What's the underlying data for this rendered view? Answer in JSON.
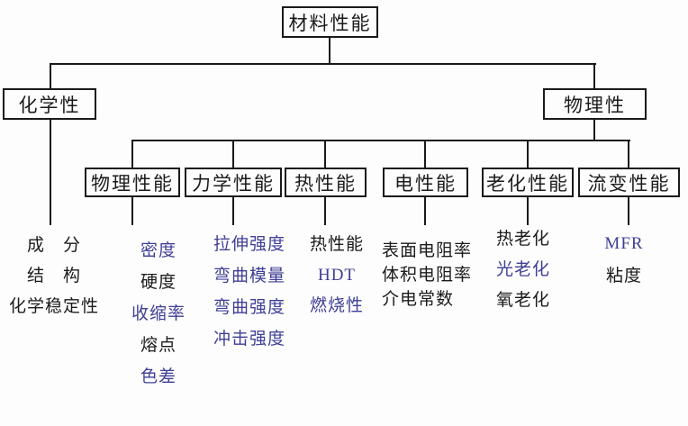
{
  "colors": {
    "text": "#1b1b1b",
    "highlight": "#3f3f96",
    "line": "#1a1a1a",
    "background": "#fdfdfd"
  },
  "root": {
    "label": "材料性能"
  },
  "branches": {
    "chemical": {
      "label": "化学性"
    },
    "physical": {
      "label": "物理性"
    }
  },
  "categories": [
    {
      "label": "物理性能"
    },
    {
      "label": "力学性能"
    },
    {
      "label": "热性能"
    },
    {
      "label": "电性能"
    },
    {
      "label": "老化性能"
    },
    {
      "label": "流变性能"
    }
  ],
  "leaf_lists": {
    "chemical": [
      {
        "text": "成　分",
        "highlight": false
      },
      {
        "text": "结　构",
        "highlight": false
      },
      {
        "text": "化学稳定性",
        "highlight": false
      }
    ],
    "physical_performance": [
      {
        "text": "密度",
        "highlight": true
      },
      {
        "text": "硬度",
        "highlight": false
      },
      {
        "text": "收缩率",
        "highlight": true
      },
      {
        "text": "熔点",
        "highlight": false
      },
      {
        "text": "色差",
        "highlight": true
      }
    ],
    "mechanical": [
      {
        "text": "拉伸强度",
        "highlight": true
      },
      {
        "text": "弯曲模量",
        "highlight": true
      },
      {
        "text": "弯曲强度",
        "highlight": true
      },
      {
        "text": "冲击强度",
        "highlight": true
      }
    ],
    "thermal": [
      {
        "text": "热性能",
        "highlight": false
      },
      {
        "text": "HDT",
        "highlight": true
      },
      {
        "text": "燃烧性",
        "highlight": true
      }
    ],
    "electrical": [
      {
        "text": "表面电阻率",
        "highlight": false
      },
      {
        "text": "体积电阻率",
        "highlight": false
      },
      {
        "text": "介电常数",
        "highlight": false
      }
    ],
    "aging": [
      {
        "text": "热老化",
        "highlight": false
      },
      {
        "text": "光老化",
        "highlight": true
      },
      {
        "text": "氧老化",
        "highlight": false
      }
    ],
    "rheological": [
      {
        "text": "MFR",
        "highlight": true
      },
      {
        "text": "粘度",
        "highlight": false
      }
    ]
  }
}
